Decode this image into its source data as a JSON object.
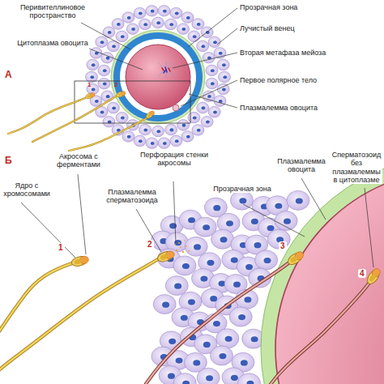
{
  "diagram": {
    "labels": [
      "А",
      "Перивителлиновое пространство",
      "Цитоплазма овоцита",
      "Прозрачная зона",
      "Лучистый венец",
      "Вторая метафаза мейоза",
      "Первое полярное тело",
      "Плазмалемма овоцита",
      "1",
      "2",
      "Б",
      "Ядро с хромосомами",
      "Акросома с ферментами",
      "Перфорация стенки акросомы",
      "Плазмалемма сперматозоида",
      "Прозрачная зона",
      "Плазмалемма овоцита",
      "Сперматозоид без плазмалеммы в цитоплазме",
      "1",
      "2",
      "3",
      "4"
    ]
  }
}
